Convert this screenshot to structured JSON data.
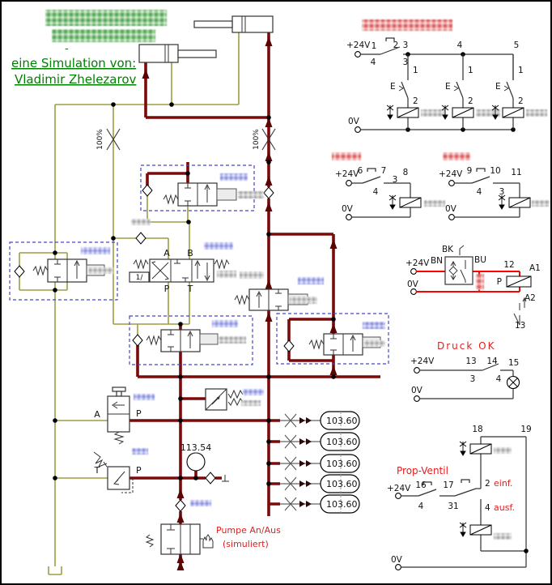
{
  "window": {
    "background": "#ffffff",
    "border_color": "#000000"
  },
  "colors": {
    "pressure_line": "#7b0a0a",
    "tank_line": "#9c9e44",
    "active_wire": "#ff0000",
    "wire": "#303030",
    "dashed_selection_box": "#4646cc",
    "annotation_red": "#e02020",
    "title_green": "#008000"
  },
  "title_block": {
    "dash": "-",
    "line1": "eine Simulation von:",
    "line2": "Vladimir Zhelezarov"
  },
  "hydraulic": {
    "throttle_left": "100%",
    "throttle_right": "100%",
    "valve43": {
      "a": "A",
      "b": "B",
      "p": "P",
      "t": "T",
      "amp": "1/"
    },
    "valve_ap": {
      "a": "A",
      "p": "P"
    },
    "valve_relief": {
      "t": "T",
      "p": "P"
    },
    "gauge_relief": "113.54",
    "gauges": [
      "103.60",
      "103.60",
      "103.60",
      "103.60",
      "103.60"
    ],
    "pump_note1": "Pumpe An/Aus",
    "pump_note2": "(simuliert)"
  },
  "elec1": {
    "plus": "+24V",
    "minus": "0V",
    "n1": "1",
    "n2": "2",
    "n3": "3",
    "n4": "4",
    "n5": "5",
    "sw4": "4",
    "sw3": "3",
    "e": "E",
    "b1": "1",
    "b2": "2"
  },
  "elec2a": {
    "plus": "+24V",
    "minus": "0V",
    "n6": "6",
    "n7": "7",
    "n8": "8",
    "n4": "4",
    "n3": "3"
  },
  "elec2b": {
    "plus": "+24V",
    "minus": "0V",
    "n9": "9",
    "n10": "10",
    "n11": "11",
    "n4": "4",
    "n3": "3"
  },
  "elec3": {
    "plus": "+24V",
    "minus": "0V",
    "bk": "BK",
    "bn": "BN",
    "bu": "BU",
    "n12": "12",
    "a1": "A1",
    "a2": "A2",
    "p": "P",
    "n13": "13"
  },
  "elec4": {
    "title": "Druck OK",
    "plus": "+24V",
    "minus": "0V",
    "n13": "13",
    "n14": "14",
    "n15": "15",
    "n3": "3",
    "n4": "4"
  },
  "elec5": {
    "title": "Prop-Ventil",
    "plus": "+24V",
    "minus": "0V",
    "n16": "16",
    "n17": "17",
    "n18": "18",
    "n19": "19",
    "n4": "4",
    "n31": "31",
    "n2": "2",
    "nb4": "4",
    "einf": "einf.",
    "ausf": "ausf."
  }
}
